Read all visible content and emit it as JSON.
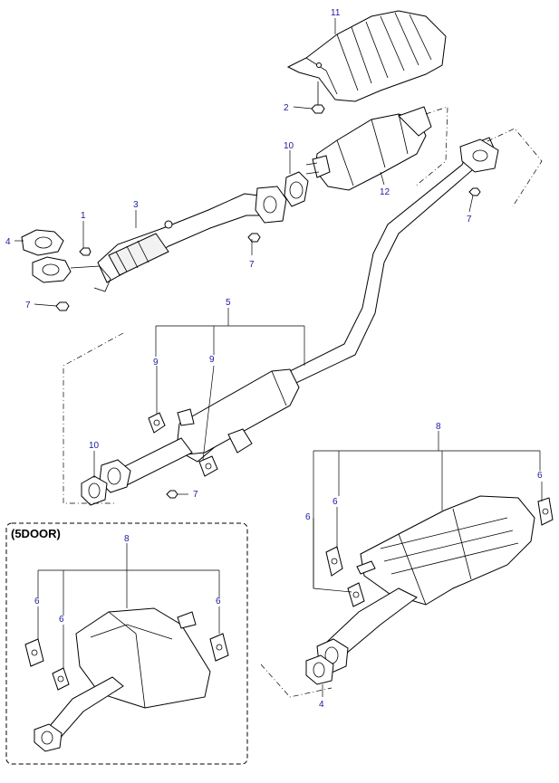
{
  "diagram": {
    "callouts": {
      "p1": "1",
      "p2": "2",
      "p3": "3",
      "p4a": "4",
      "p4b": "4",
      "p5": "5",
      "p6a": "6",
      "p6b": "6",
      "p6c": "6",
      "p6d": "6",
      "p6e": "6",
      "p6f": "6",
      "p7a": "7",
      "p7b": "7",
      "p7c": "7",
      "p7d": "7",
      "p8a": "8",
      "p8b": "8",
      "p9a": "9",
      "p9b": "9",
      "p10a": "10",
      "p10b": "10",
      "p11": "11",
      "p12": "12"
    },
    "inset_title": "(5DOOR)",
    "colors": {
      "callout": "#1a1aa0",
      "line": "#000000"
    }
  }
}
